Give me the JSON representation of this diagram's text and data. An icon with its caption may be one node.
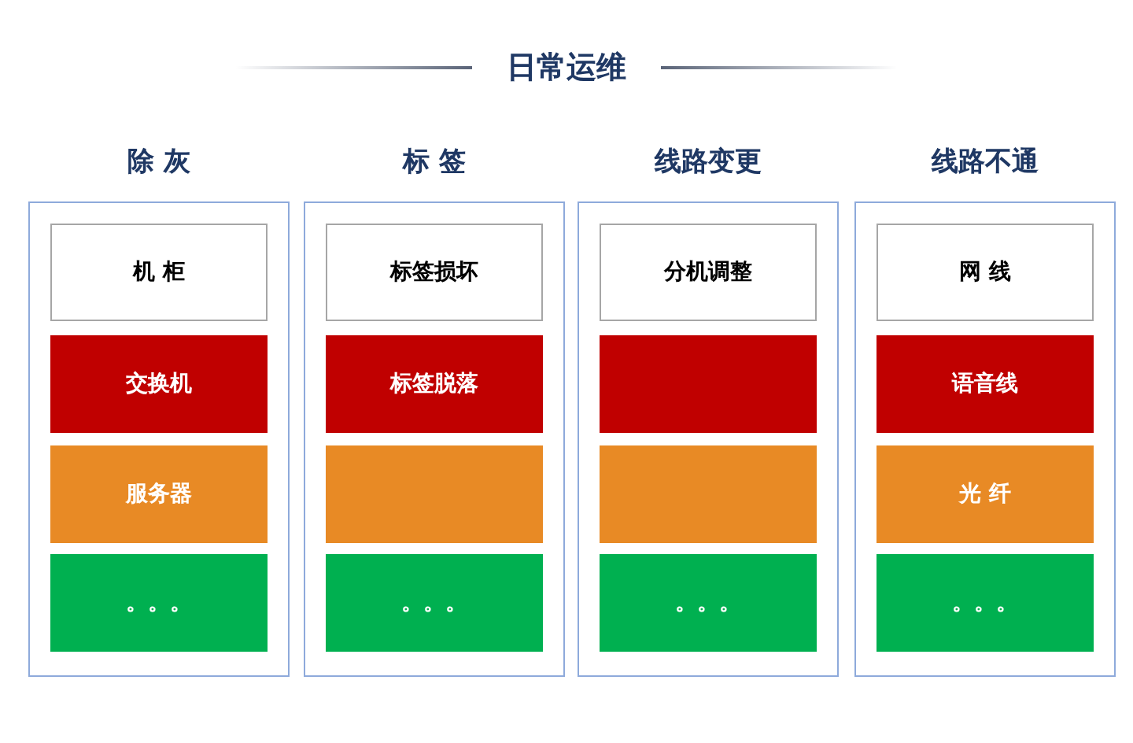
{
  "diagram": {
    "title": "日常运维",
    "nodes": [
      {
        "text": [
          "除 灰"
        ]
      },
      {
        "text": [
          "机 柜"
        ],
        "in": 0
      },
      {
        "text": [
          "交换机"
        ],
        "in": 0
      },
      {
        "text": [
          "服务器"
        ],
        "in": 0
      },
      {
        "text": [
          "。。。"
        ],
        "in": 0
      },
      {
        "text": [
          "标 签"
        ]
      },
      {
        "text": [
          "标签损坏"
        ],
        "in": 5
      },
      {
        "text": [
          "标签脱落"
        ],
        "in": 5
      },
      {
        "text": [],
        "shape": "box",
        "in": 5
      },
      {
        "text": [
          "。。。"
        ],
        "in": 5
      },
      {
        "text": [
          "线路变更"
        ]
      },
      {
        "text": [
          "分机调整"
        ],
        "in": 10
      },
      {
        "text": [],
        "shape": "box",
        "in": 10
      },
      {
        "text": [],
        "shape": "box",
        "in": 10
      },
      {
        "text": [
          "。。。"
        ],
        "in": 10
      },
      {
        "text": [
          "线路不通"
        ]
      },
      {
        "text": [
          "网 线"
        ],
        "in": 15
      },
      {
        "text": [
          "语音线"
        ],
        "in": 15
      },
      {
        "text": [
          "光 纤"
        ],
        "in": 15
      },
      {
        "text": [
          "。。。"
        ],
        "in": 15
      }
    ]
  }
}
